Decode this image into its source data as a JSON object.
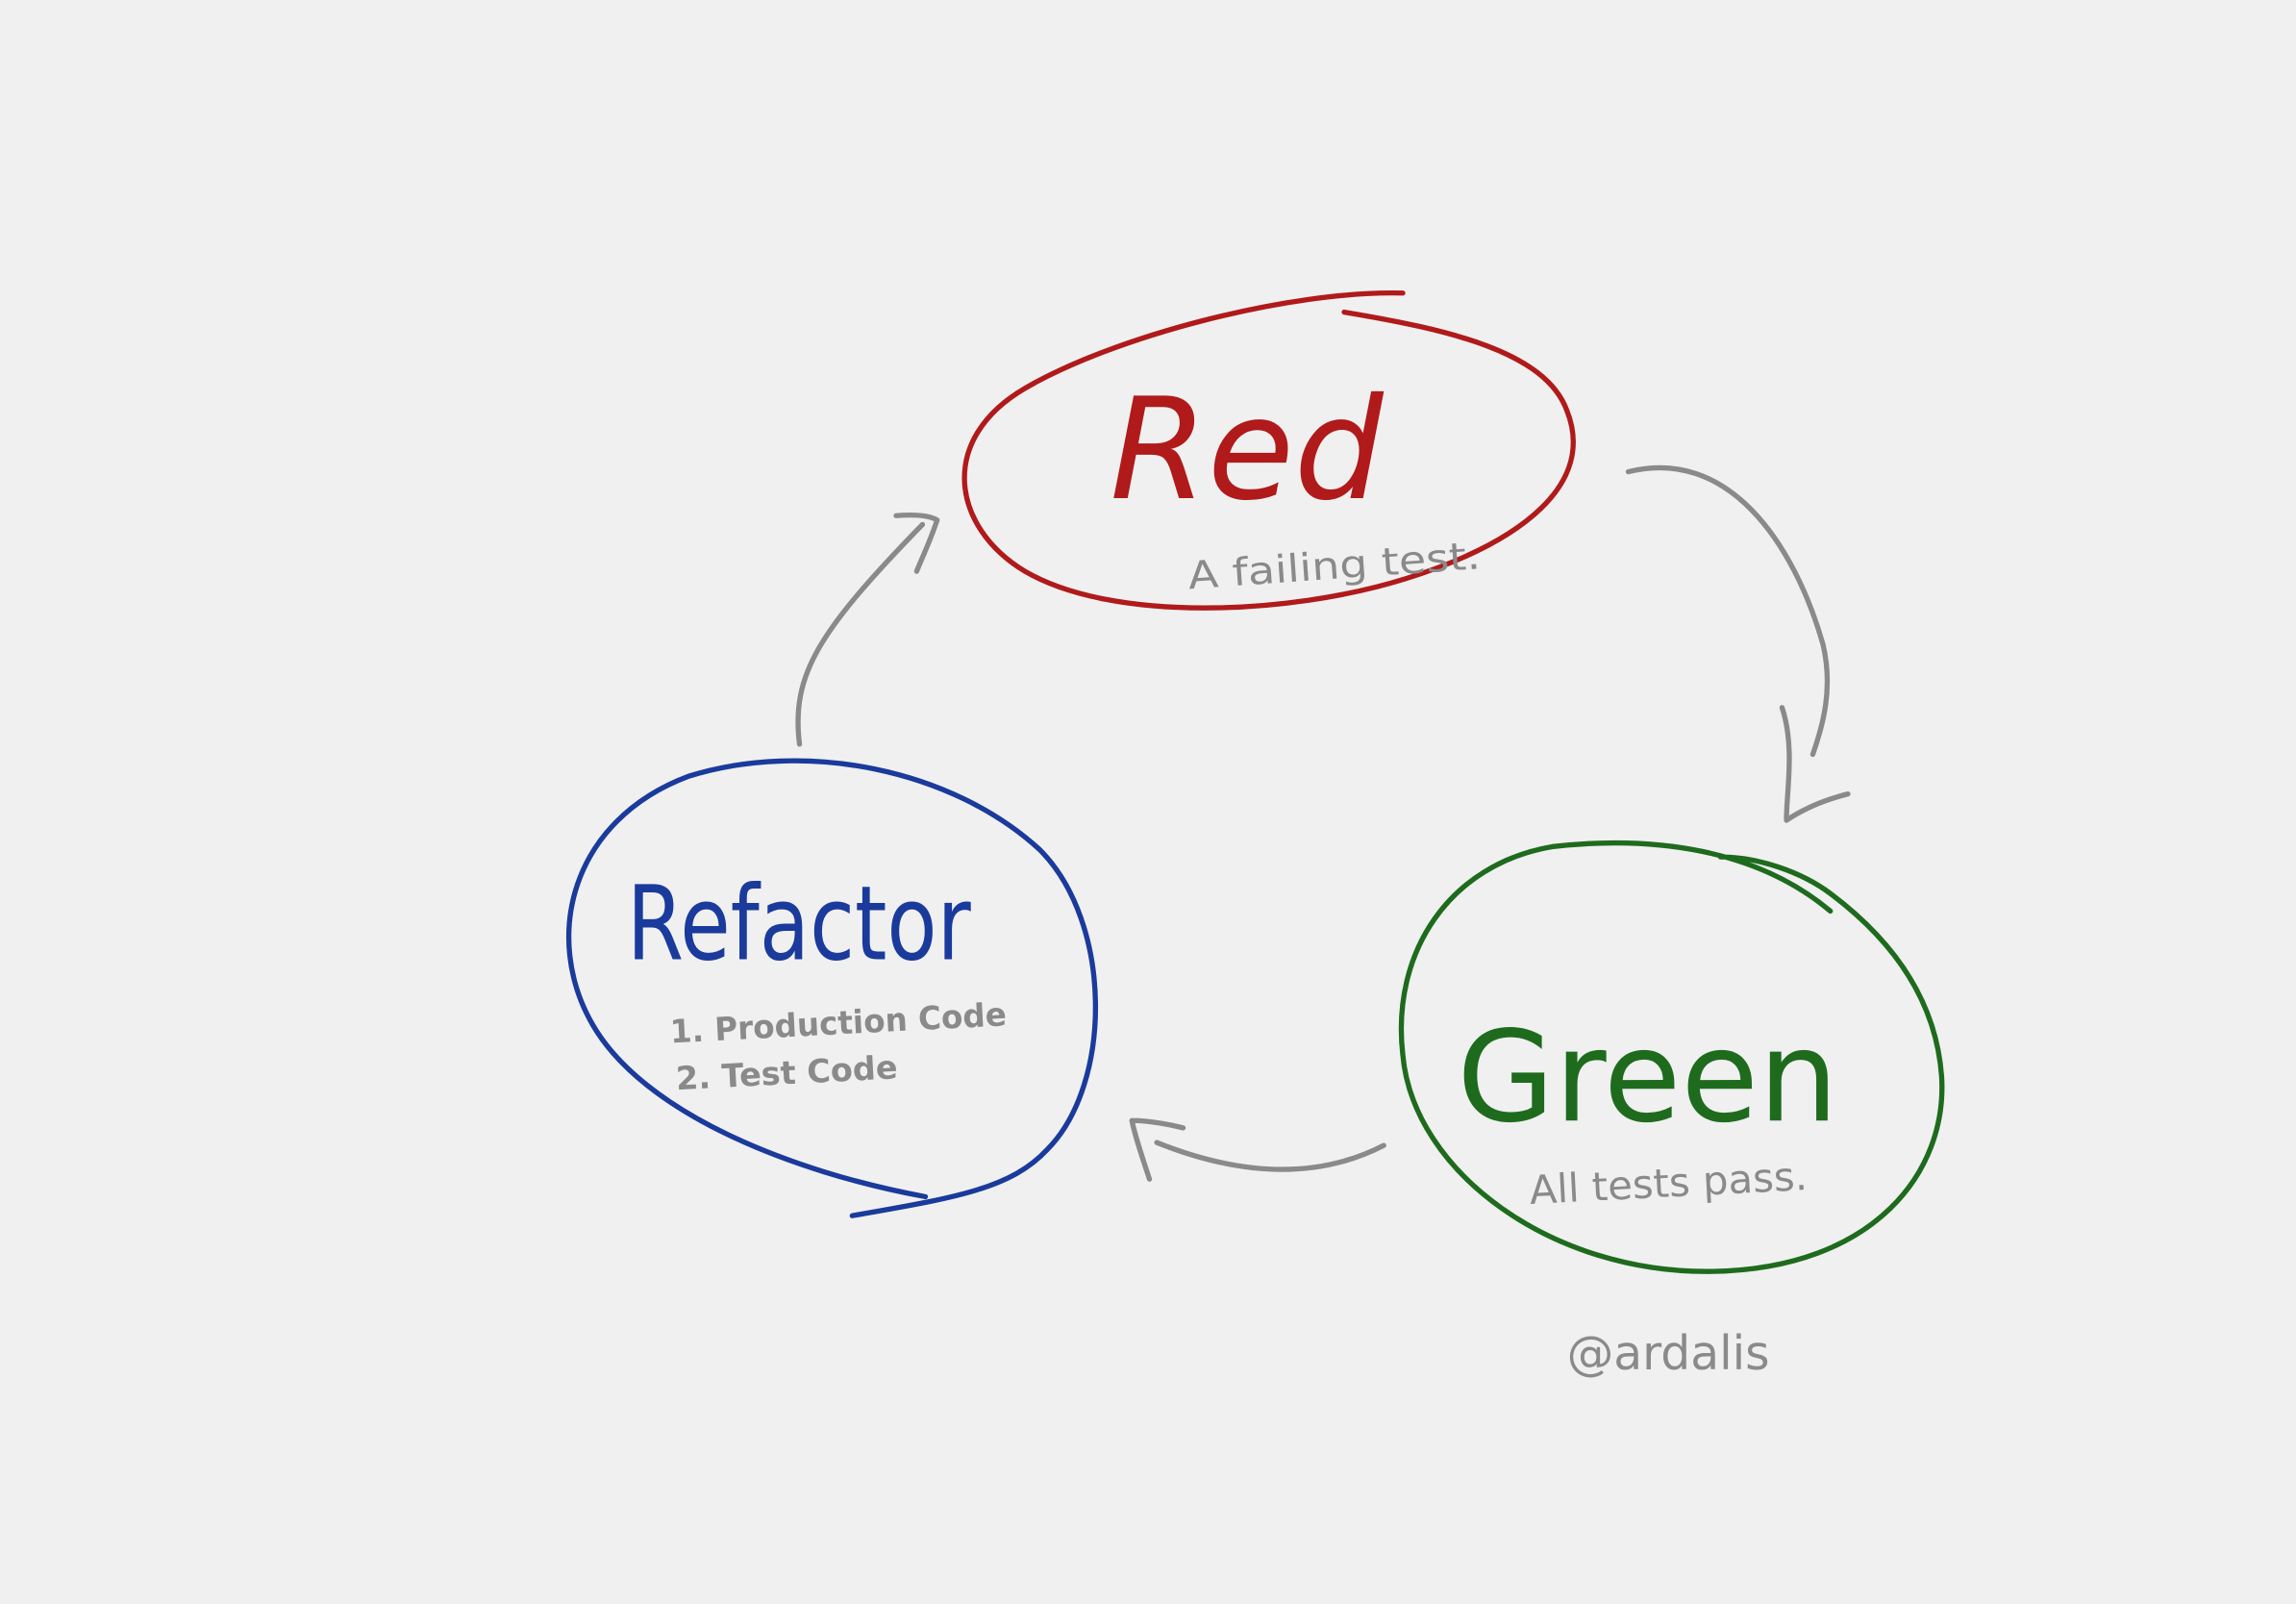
{
  "stages": [
    {
      "id": "red",
      "title": "Red",
      "subtitle": "A failing test.",
      "color": "#b01a1a"
    },
    {
      "id": "green",
      "title": "Green",
      "subtitle": "All tests pass.",
      "color": "#1e6b1e"
    },
    {
      "id": "refactor",
      "title": "Refactor",
      "items": [
        "1. Production Code",
        "2. Test Code"
      ],
      "color": "#1a3a9c"
    }
  ],
  "arrow_color": "#8a8a8a",
  "signature": "@ardalis"
}
